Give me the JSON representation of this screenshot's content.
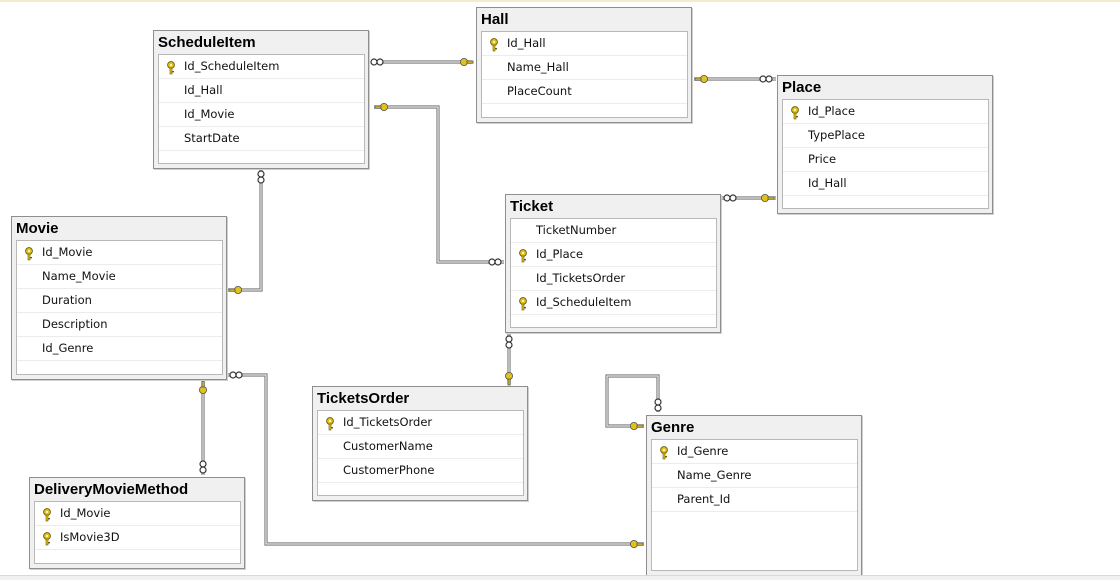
{
  "diagram": {
    "tables": {
      "schedule_item": {
        "title": "ScheduleItem",
        "columns": [
          {
            "name": "Id_ScheduleItem",
            "key": true
          },
          {
            "name": "Id_Hall",
            "key": false
          },
          {
            "name": "Id_Movie",
            "key": false
          },
          {
            "name": "StartDate",
            "key": false
          }
        ]
      },
      "hall": {
        "title": "Hall",
        "columns": [
          {
            "name": "Id_Hall",
            "key": true
          },
          {
            "name": "Name_Hall",
            "key": false
          },
          {
            "name": "PlaceCount",
            "key": false
          }
        ]
      },
      "place": {
        "title": "Place",
        "columns": [
          {
            "name": "Id_Place",
            "key": true
          },
          {
            "name": "TypePlace",
            "key": false
          },
          {
            "name": "Price",
            "key": false
          },
          {
            "name": "Id_Hall",
            "key": false
          }
        ]
      },
      "ticket": {
        "title": "Ticket",
        "columns": [
          {
            "name": "TicketNumber",
            "key": false
          },
          {
            "name": "Id_Place",
            "key": true
          },
          {
            "name": "Id_TicketsOrder",
            "key": false
          },
          {
            "name": "Id_ScheduleItem",
            "key": true
          }
        ]
      },
      "movie": {
        "title": "Movie",
        "columns": [
          {
            "name": "Id_Movie",
            "key": true
          },
          {
            "name": "Name_Movie",
            "key": false
          },
          {
            "name": "Duration",
            "key": false
          },
          {
            "name": "Description",
            "key": false
          },
          {
            "name": "Id_Genre",
            "key": false
          }
        ]
      },
      "tickets_order": {
        "title": "TicketsOrder",
        "columns": [
          {
            "name": "Id_TicketsOrder",
            "key": true
          },
          {
            "name": "CustomerName",
            "key": false
          },
          {
            "name": "CustomerPhone",
            "key": false
          }
        ]
      },
      "genre": {
        "title": "Genre",
        "columns": [
          {
            "name": "Id_Genre",
            "key": true
          },
          {
            "name": "Name_Genre",
            "key": false
          },
          {
            "name": "Parent_Id",
            "key": false
          }
        ]
      },
      "delivery_movie_method": {
        "title": "DeliveryMovieMethod",
        "columns": [
          {
            "name": "Id_Movie",
            "key": true
          },
          {
            "name": "IsMovie3D",
            "key": true
          }
        ]
      }
    },
    "relationships": [
      {
        "from": "schedule_item",
        "to": "hall"
      },
      {
        "from": "place",
        "to": "hall"
      },
      {
        "from": "ticket",
        "to": "schedule_item"
      },
      {
        "from": "ticket",
        "to": "place"
      },
      {
        "from": "schedule_item",
        "to": "movie"
      },
      {
        "from": "ticket",
        "to": "tickets_order"
      },
      {
        "from": "delivery_movie_method",
        "to": "movie"
      },
      {
        "from": "movie",
        "to": "genre"
      },
      {
        "from": "genre",
        "to": "genre"
      }
    ],
    "colors": {
      "key_icon": "#e0c21a",
      "line": "#808080",
      "header": "#f0f0f0"
    }
  }
}
